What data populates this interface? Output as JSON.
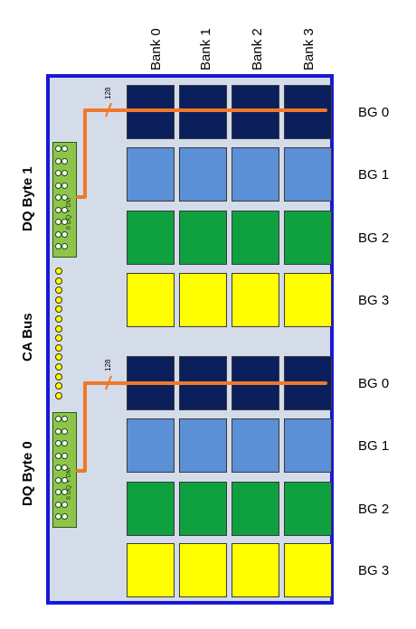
{
  "banks": [
    "Bank 0",
    "Bank 1",
    "Bank 2",
    "Bank 3"
  ],
  "bank_groups": [
    "BG 0",
    "BG 1",
    "BG 2",
    "BG 3",
    "BG 0",
    "BG 1",
    "BG 2",
    "BG 3"
  ],
  "bank_group_colors": [
    "#0a1f5c",
    "#5b8fd6",
    "#0fa040",
    "#ffff00",
    "#0a1f5c",
    "#5b8fd6",
    "#0fa040",
    "#ffff00"
  ],
  "side_labels": {
    "dq_byte_1": "DQ Byte 1",
    "ca_bus": "CA Bus",
    "dq_byte_0": "DQ Byte 0"
  },
  "dq_block_label": "8 DQ + DM",
  "wire_width_label": "128",
  "colors": {
    "chip_border": "#1818d8",
    "chip_fill": "#d4dcea",
    "wire": "#f07828",
    "dq_block": "#8cc54a",
    "ca_pin": "#ffff00"
  }
}
